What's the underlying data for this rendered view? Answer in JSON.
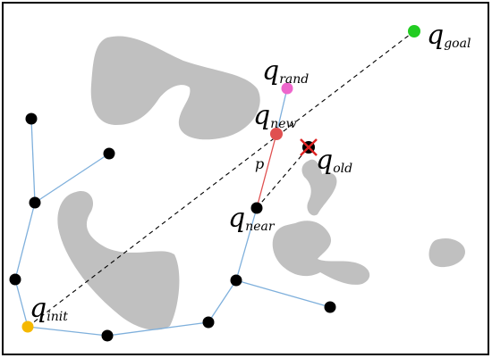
{
  "diagram": {
    "labels": {
      "goal": {
        "main": "q",
        "sub": "goal"
      },
      "rand": {
        "main": "q",
        "sub": "rand"
      },
      "new": {
        "main": "q",
        "sub": "new"
      },
      "old": {
        "main": "q",
        "sub": "old"
      },
      "near": {
        "main": "q",
        "sub": "near"
      },
      "init": {
        "main": "q",
        "sub": "init"
      },
      "p": "p"
    },
    "colors": {
      "obstacle": "#c0c0c0",
      "tree_edge": "#7fb0dc",
      "tree_node": "#000000",
      "goal": "#22cc22",
      "rand": "#ee66cc",
      "new": "#e05050",
      "new_edge": "#e05050",
      "init": "#f5b800",
      "old_cross": "#dd2222",
      "dashed": "#000000"
    }
  }
}
